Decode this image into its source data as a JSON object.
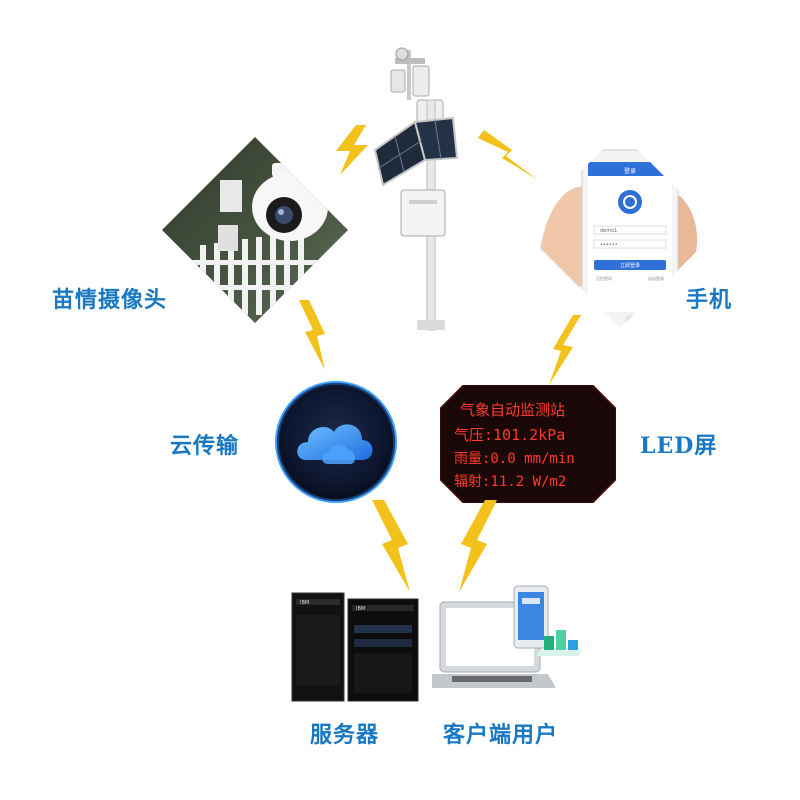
{
  "labels": {
    "camera": "苗情摄像头",
    "phone": "手机",
    "cloud": "云传输",
    "led": "LED屏",
    "server": "服务器",
    "client": "客户端用户"
  },
  "led_screen": {
    "line1": "气象自动监测站",
    "line2": "气压:101.2kPa",
    "line3": "雨量:0.0  mm/min",
    "line4": "辐射:11.2 W/m2"
  },
  "phone_screen": {
    "header": "登录",
    "username": "demo1",
    "password": "••••••",
    "login_button": "立即登录",
    "remember": "记住密码",
    "auto": "自动登录"
  },
  "server_brand": "IBM",
  "colors": {
    "label": "#1a78c2",
    "bolt": "#f2c21b",
    "led": "#ff3b2a",
    "cloud_glow": "#2f8cff"
  }
}
